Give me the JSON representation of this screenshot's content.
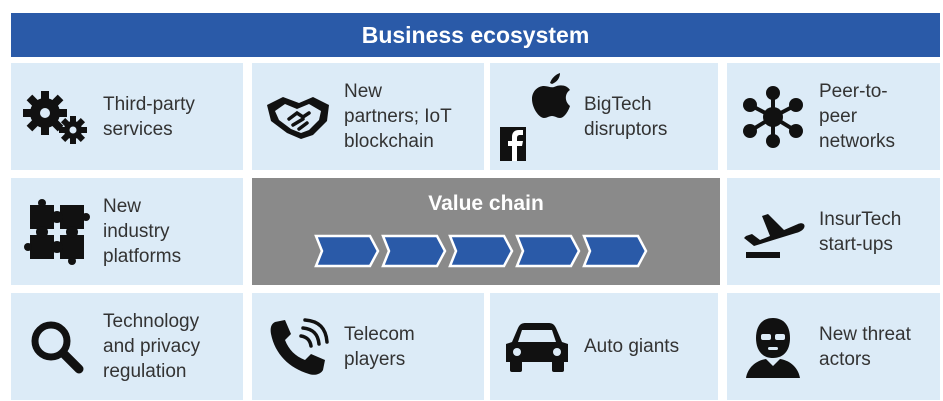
{
  "header": {
    "title": "Business ecosystem"
  },
  "cells": {
    "third_party": {
      "label": "Third-party\nservices",
      "icon": "gears-icon"
    },
    "new_partners": {
      "label": "New\npartners; IoT\nblockchain",
      "icon": "handshake-icon"
    },
    "bigtech": {
      "label": "BigTech\ndisruptors",
      "icon": "apple-facebook-icon"
    },
    "peer_to_peer": {
      "label": "Peer-to-\npeer\nnetworks",
      "icon": "network-icon"
    },
    "industry_platforms": {
      "label": "New\nindustry\nplatforms",
      "icon": "puzzle-icon"
    },
    "insurtech": {
      "label": "InsurTech\nstart-ups",
      "icon": "airplane-takeoff-icon"
    },
    "regulation": {
      "label": "Technology\nand privacy\nregulation",
      "icon": "magnifier-icon"
    },
    "telecom": {
      "label": "Telecom\nplayers",
      "icon": "phone-icon"
    },
    "auto": {
      "label": "Auto giants",
      "icon": "car-icon"
    },
    "threat": {
      "label": "New threat\nactors",
      "icon": "masked-person-icon"
    }
  },
  "value_chain": {
    "title": "Value chain",
    "segments": 5
  },
  "colors": {
    "header": "#2a5aa8",
    "cell": "#dcebf7",
    "value_chain_bg": "#8a8a8a",
    "chevron": "#2a5aa8"
  }
}
